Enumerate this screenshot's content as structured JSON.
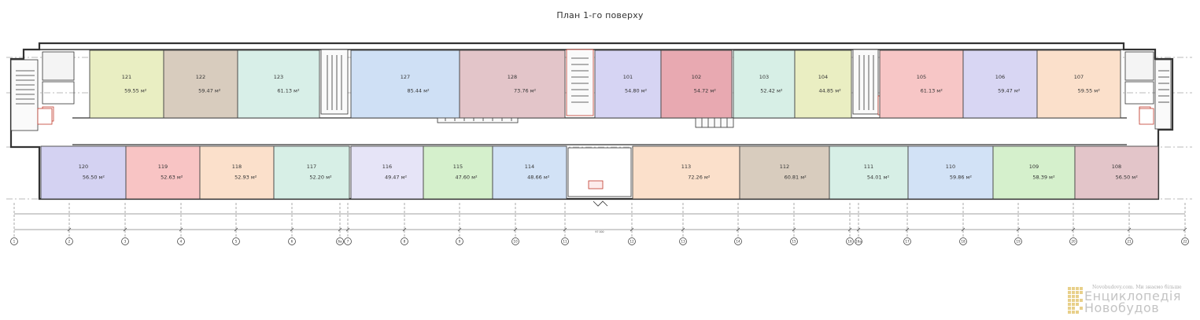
{
  "title": "План 1-го поверху",
  "rooms_top": [
    {
      "num": "121",
      "area": "59.55 м²",
      "color": "#e9eec2"
    },
    {
      "num": "122",
      "area": "59.47 м²",
      "color": "#d8ccbe"
    },
    {
      "num": "123",
      "area": "61.13 м²",
      "color": "#d8efe8"
    },
    {
      "num": "127",
      "area": "85.44 м²",
      "color": "#cfe0f5"
    },
    {
      "num": "128",
      "area": "73.76 м²",
      "color": "#e3c5c9"
    },
    {
      "num": "101",
      "area": "54.80 м²",
      "color": "#d6d4f3"
    },
    {
      "num": "102",
      "area": "54.72 м²",
      "color": "#e8a9b1"
    },
    {
      "num": "103",
      "area": "52.42 м²",
      "color": "#d7efe6"
    },
    {
      "num": "104",
      "area": "44.85 м²",
      "color": "#eaeec2"
    },
    {
      "num": "105",
      "area": "61.13 м²",
      "color": "#f7c6c6"
    },
    {
      "num": "106",
      "area": "59.47 м²",
      "color": "#d8d6f3"
    },
    {
      "num": "107",
      "area": "59.55 м²",
      "color": "#fbe0cb"
    }
  ],
  "rooms_bottom": [
    {
      "num": "120",
      "area": "56.50 м²",
      "color": "#d4d2f2"
    },
    {
      "num": "119",
      "area": "52.63 м²",
      "color": "#f8c4c4"
    },
    {
      "num": "118",
      "area": "52.93 м²",
      "color": "#fbe0cb"
    },
    {
      "num": "117",
      "area": "52.20 м²",
      "color": "#d7efe6"
    },
    {
      "num": "116",
      "area": "49.47 м²",
      "color": "#e6e4f7"
    },
    {
      "num": "115",
      "area": "47.60 м²",
      "color": "#d5f0cc"
    },
    {
      "num": "114",
      "area": "48.66 м²",
      "color": "#d2e2f6"
    },
    {
      "num": "113",
      "area": "72.26 м²",
      "color": "#fbe0cb"
    },
    {
      "num": "112",
      "area": "60.81 м²",
      "color": "#d8ccbe"
    },
    {
      "num": "111",
      "area": "54.01 м²",
      "color": "#d7efe6"
    },
    {
      "num": "110",
      "area": "59.86 м²",
      "color": "#d2e2f6"
    },
    {
      "num": "109",
      "area": "58.39 м²",
      "color": "#d5f0cc"
    },
    {
      "num": "108",
      "area": "56.50 м²",
      "color": "#e3c5c9"
    }
  ],
  "axes": [
    "1",
    "2",
    "3",
    "4",
    "5",
    "6",
    "6а",
    "7",
    "8",
    "9",
    "10",
    "11",
    "12",
    "13",
    "14",
    "15",
    "16",
    "16а",
    "17",
    "18",
    "19",
    "20",
    "21",
    "22"
  ],
  "dimension_total": "97 000",
  "watermark": {
    "line1": "Novobudovy.com. Ми знаємо більше",
    "line2": "Енциклопедія",
    "line3": "Новобудов"
  }
}
